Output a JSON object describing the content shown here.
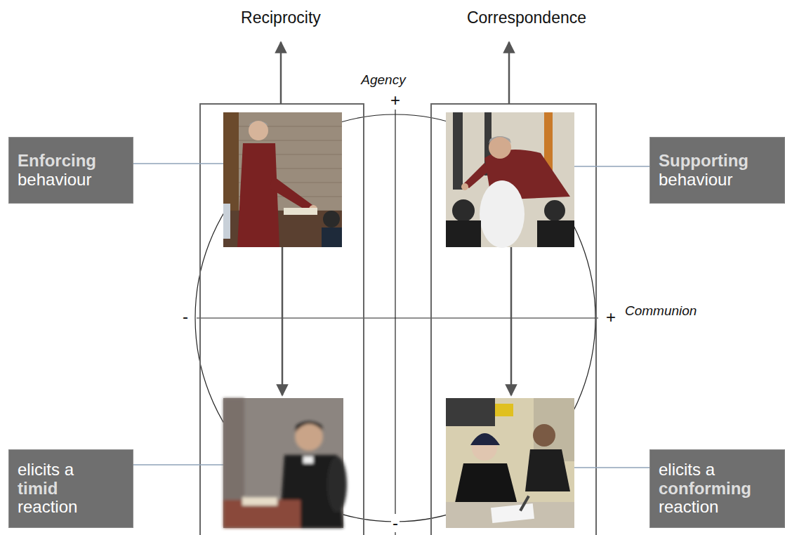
{
  "diagram": {
    "nodes": [
      {
        "text": [
          "Enforcing",
          "behaviour"
        ]
      },
      {
        "text": [
          "Supporting",
          "behaviour"
        ]
      },
      {
        "text": [
          "elicits a",
          "timid",
          "reaction"
        ]
      },
      {
        "text": [
          "elicits a",
          "conforming",
          "reaction"
        ]
      }
    ],
    "labels": [
      "Reciprocity",
      "Correspondence",
      "Agency",
      "+",
      "-",
      "+",
      "Communion",
      "-"
    ]
  }
}
